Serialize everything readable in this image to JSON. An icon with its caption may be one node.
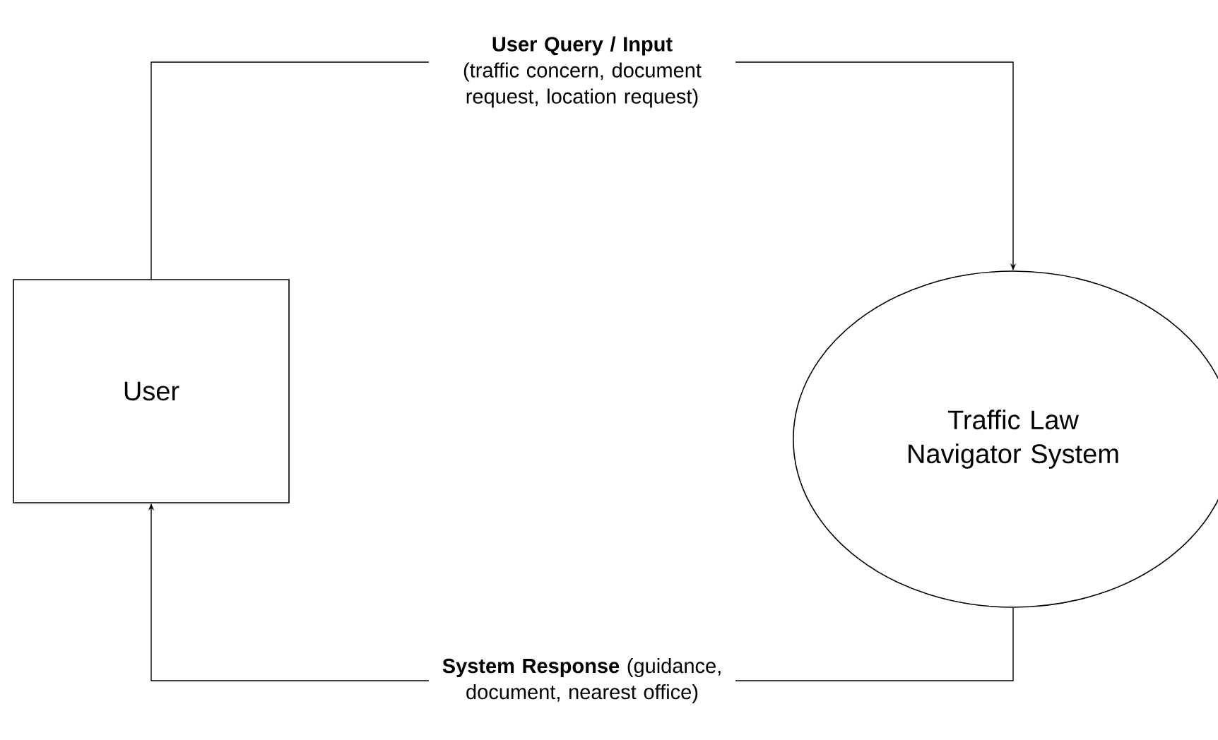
{
  "diagram": {
    "nodes": [
      {
        "text": [
          "User"
        ]
      },
      {
        "text": [
          "Traffic Law Navigator System"
        ]
      }
    ],
    "edges": [
      {
        "from": 0,
        "to": 1,
        "arrow": "to",
        "label": "**User Query / Input** (traffic concern, document request, location request)"
      },
      {
        "from": 1,
        "to": 0,
        "arrow": "to",
        "label": "**System Response** (guidance, document, nearest office)"
      }
    ]
  }
}
